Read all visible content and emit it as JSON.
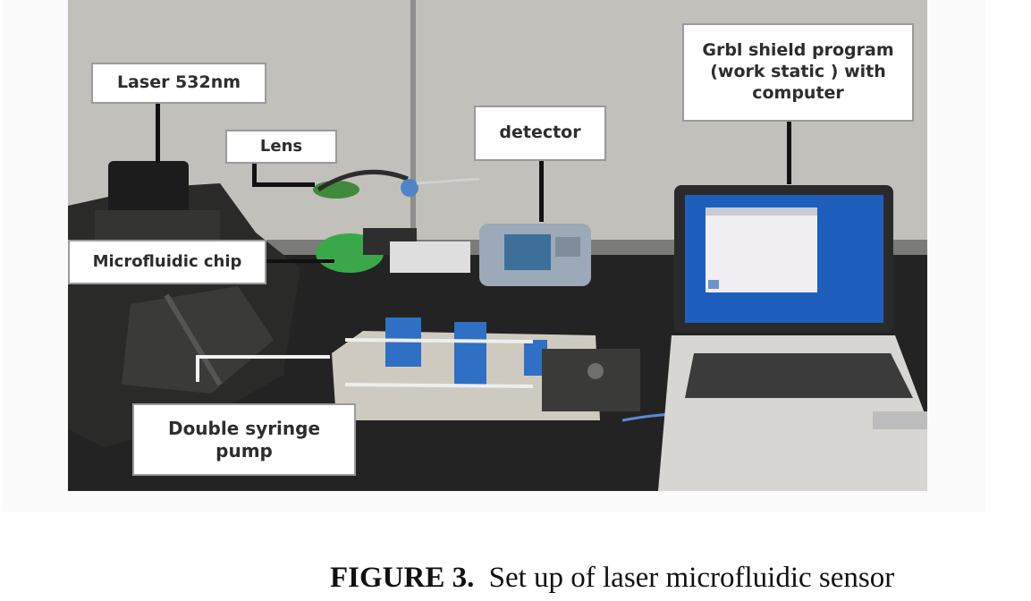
{
  "figure": {
    "callouts": {
      "laser": "Laser 532nm",
      "lens": "Lens",
      "detector": "detector",
      "software": "Grbl shield program (work static ) with computer",
      "chip": "Microfluidic chip",
      "pump": "Double syringe pump"
    },
    "caption": {
      "label": "FIGURE 3.",
      "text": "Set up of laser microfluidic sensor"
    }
  }
}
